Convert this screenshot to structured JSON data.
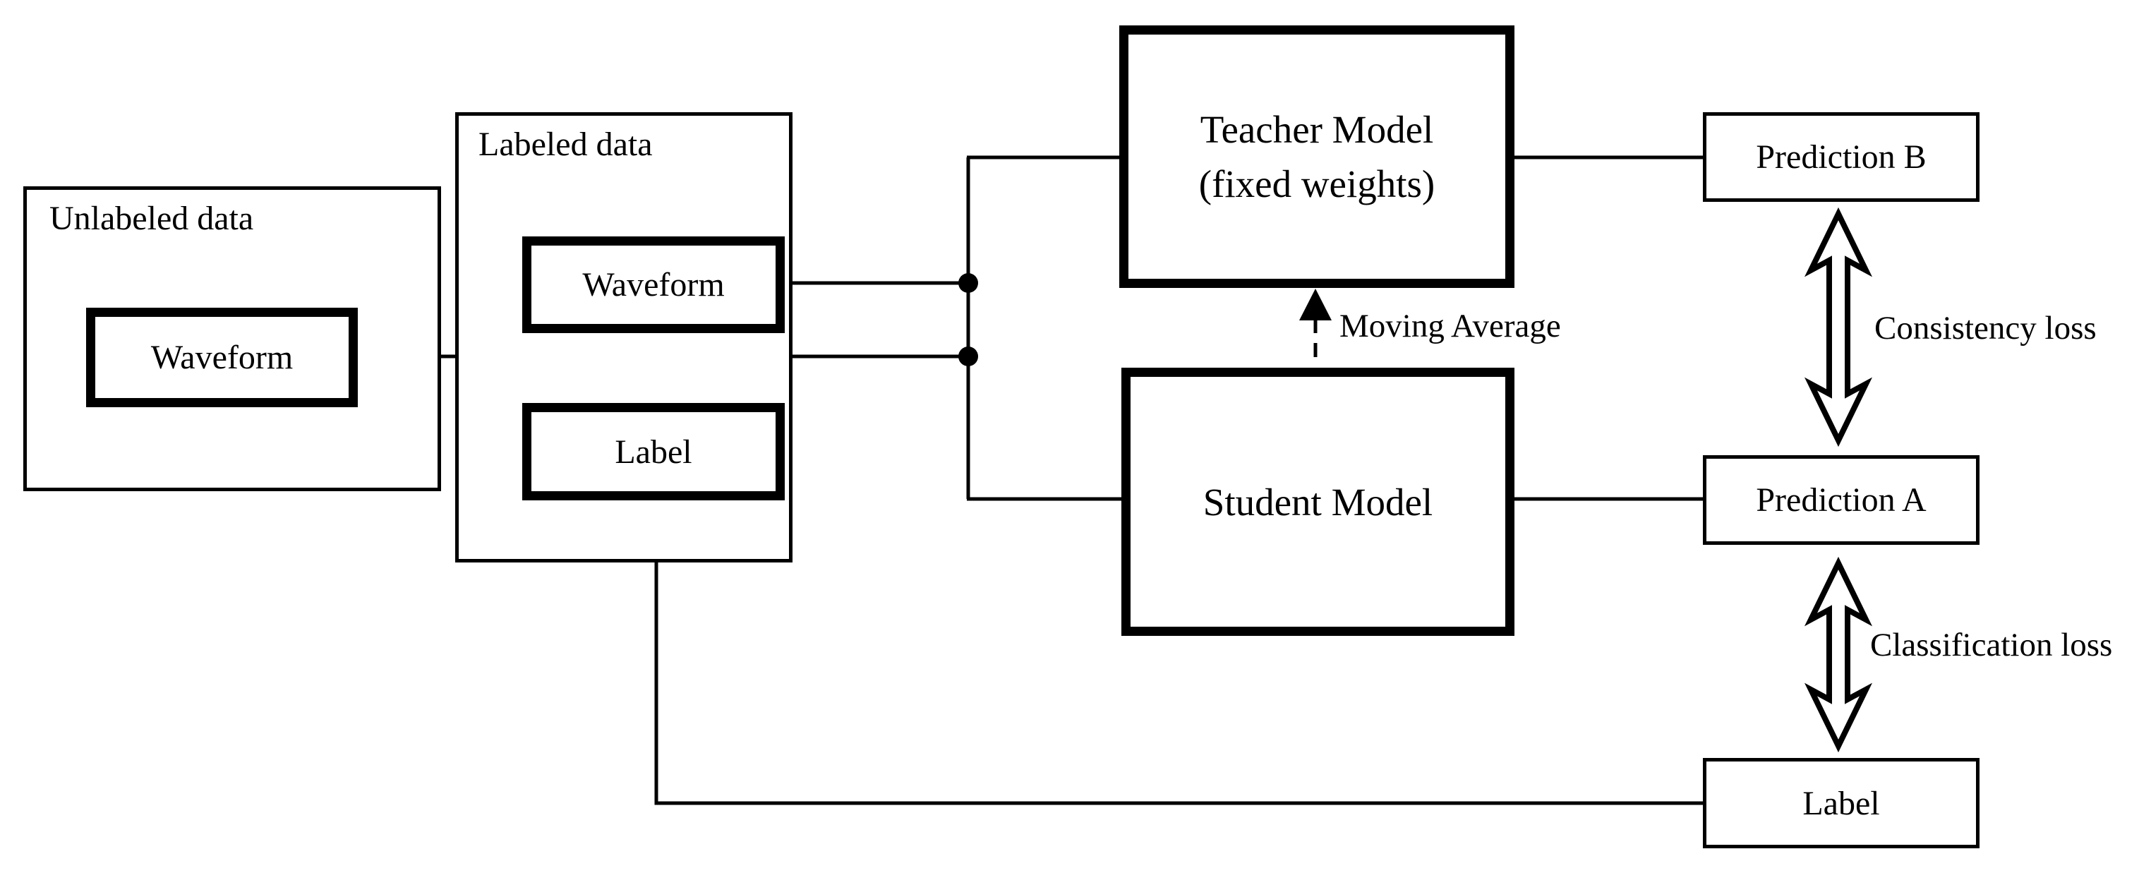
{
  "diagram": {
    "unlabeled": {
      "title": "Unlabeled data",
      "waveform": "Waveform"
    },
    "labeled": {
      "title": "Labeled data",
      "waveform": "Waveform",
      "label": "Label"
    },
    "teacher": {
      "line1": "Teacher Model",
      "line2": "(fixed weights)"
    },
    "student": {
      "label": "Student Model"
    },
    "outputs": {
      "prediction_b": "Prediction B",
      "prediction_a": "Prediction A",
      "label": "Label"
    },
    "annotations": {
      "moving_average": "Moving Average",
      "consistency_loss": "Consistency loss",
      "classification_loss": "Classification loss"
    },
    "colors": {
      "ink": "#000000",
      "background": "#ffffff"
    }
  }
}
